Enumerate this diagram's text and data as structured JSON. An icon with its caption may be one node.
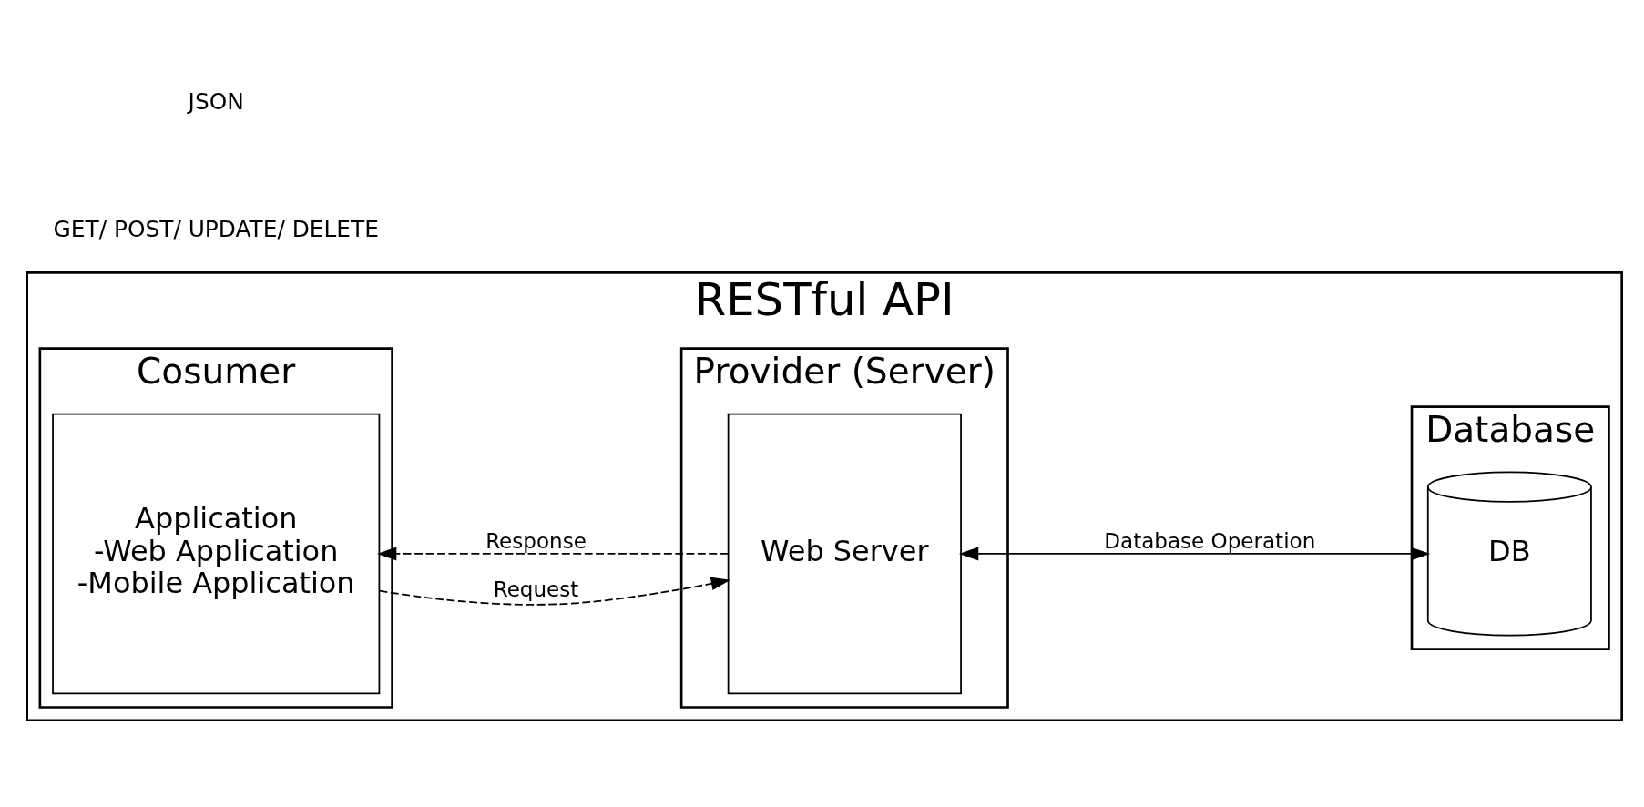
{
  "diagram": {
    "nodes": [
      {
        "text": [
          "RESTful API"
        ]
      },
      {
        "text": [
          "Cosumer"
        ],
        "in": 0
      },
      {
        "text": [
          "Provider (Server)"
        ],
        "in": 0
      },
      {
        "text": [
          "Database"
        ],
        "in": 0
      },
      {
        "text": [
          "Application",
          "-Web Application",
          "-Mobile Application"
        ],
        "in": 1
      },
      {
        "text": [
          "Web Server"
        ],
        "in": 2
      },
      {
        "text": [
          "DB"
        ],
        "in": 3
      }
    ],
    "edges": [
      {
        "from": 4,
        "to": 5,
        "arrow": "to",
        "style": "dashed",
        "label": "Request"
      },
      {
        "from": 5,
        "to": 4,
        "arrow": "to",
        "style": "dashed",
        "label": "Response"
      },
      {
        "from": 5,
        "to": 6,
        "arrow": "both",
        "label": "Database Operation"
      }
    ],
    "labels": [
      "GET/ POST/ UPDATE/ DELETE",
      "JSON"
    ]
  }
}
